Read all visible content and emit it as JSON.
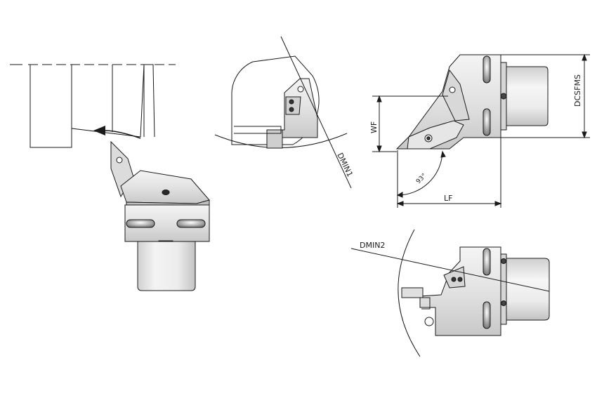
{
  "labels": {
    "dmin1": "DMIN1",
    "dmin2": "DMIN2",
    "wf": "WF",
    "lf": "LF",
    "dcsfms": "DCSFMS",
    "angle": "93°"
  },
  "colors": {
    "line": "#1a1a1a",
    "body_light": "#eeeeee",
    "body_mid": "#d6d6d6",
    "body_dark": "#9a9a9a",
    "shaft": "#e4e4e4"
  }
}
